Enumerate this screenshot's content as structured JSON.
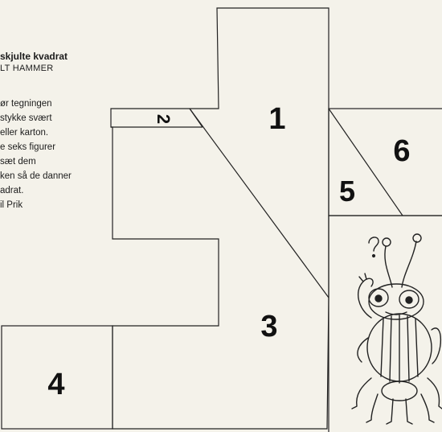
{
  "article": {
    "title": "skjulte kvadrat",
    "author": "LT HAMMER",
    "instructions": [
      "ør tegningen",
      "stykke svært",
      "eller karton.",
      "e seks figurer",
      "sæt dem",
      "ken så de danner",
      "adrat.",
      "il Prik"
    ]
  },
  "pieces": [
    {
      "label": "1"
    },
    {
      "label": "2"
    },
    {
      "label": "3"
    },
    {
      "label": "4"
    },
    {
      "label": "5"
    },
    {
      "label": "6"
    }
  ],
  "colors": {
    "paper": "#f4f2ea",
    "line": "#222222",
    "text": "#1c1c1c"
  },
  "illustration": "bug-cartoon"
}
